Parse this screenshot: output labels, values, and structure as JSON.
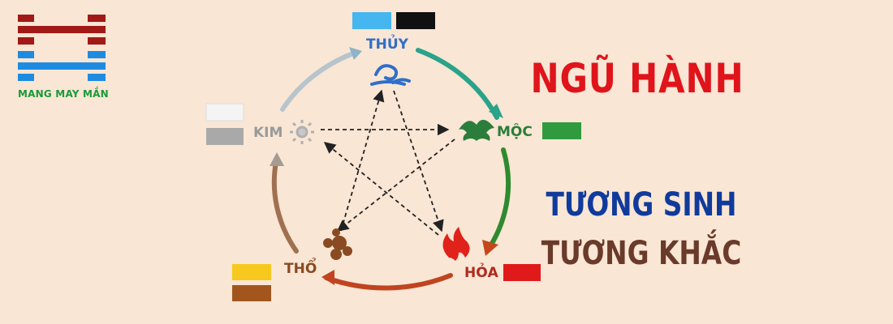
{
  "logo": {
    "text": "MANG MAY MẮN",
    "bar_colors": [
      "#a11916",
      "#1e8be0"
    ],
    "text_color": "#1a9a3a"
  },
  "title": "NGŨ HÀNH",
  "subtitle_1": "TƯƠNG SINH",
  "subtitle_2": "TƯƠNG KHẮC",
  "elements": {
    "thuy": {
      "label": "THỦY",
      "color": "#2f6fc9",
      "swatches": [
        "#46b6f0",
        "#111111"
      ],
      "icon": "water-icon"
    },
    "moc": {
      "label": "MỘC",
      "color": "#2a7d3a",
      "swatches": [
        "#2f9b3e"
      ],
      "icon": "tree-icon"
    },
    "hoa": {
      "label": "HỎA",
      "color": "#b02a1f",
      "swatches": [
        "#e01a1a"
      ],
      "icon": "fire-icon"
    },
    "tho": {
      "label": "THỔ",
      "color": "#8a4a22",
      "swatches": [
        "#f7c81e",
        "#a2561e"
      ],
      "icon": "earth-icon"
    },
    "kim": {
      "label": "KIM",
      "color": "#9a9a9a",
      "swatches": [
        "#f4f4f4",
        "#a9a9a9"
      ],
      "icon": "metal-icon"
    }
  },
  "colors": {
    "title": "#e0141b",
    "subtitle_1": "#103b9c",
    "subtitle_2": "#6a3a2b",
    "background": "#f9e6d4"
  }
}
